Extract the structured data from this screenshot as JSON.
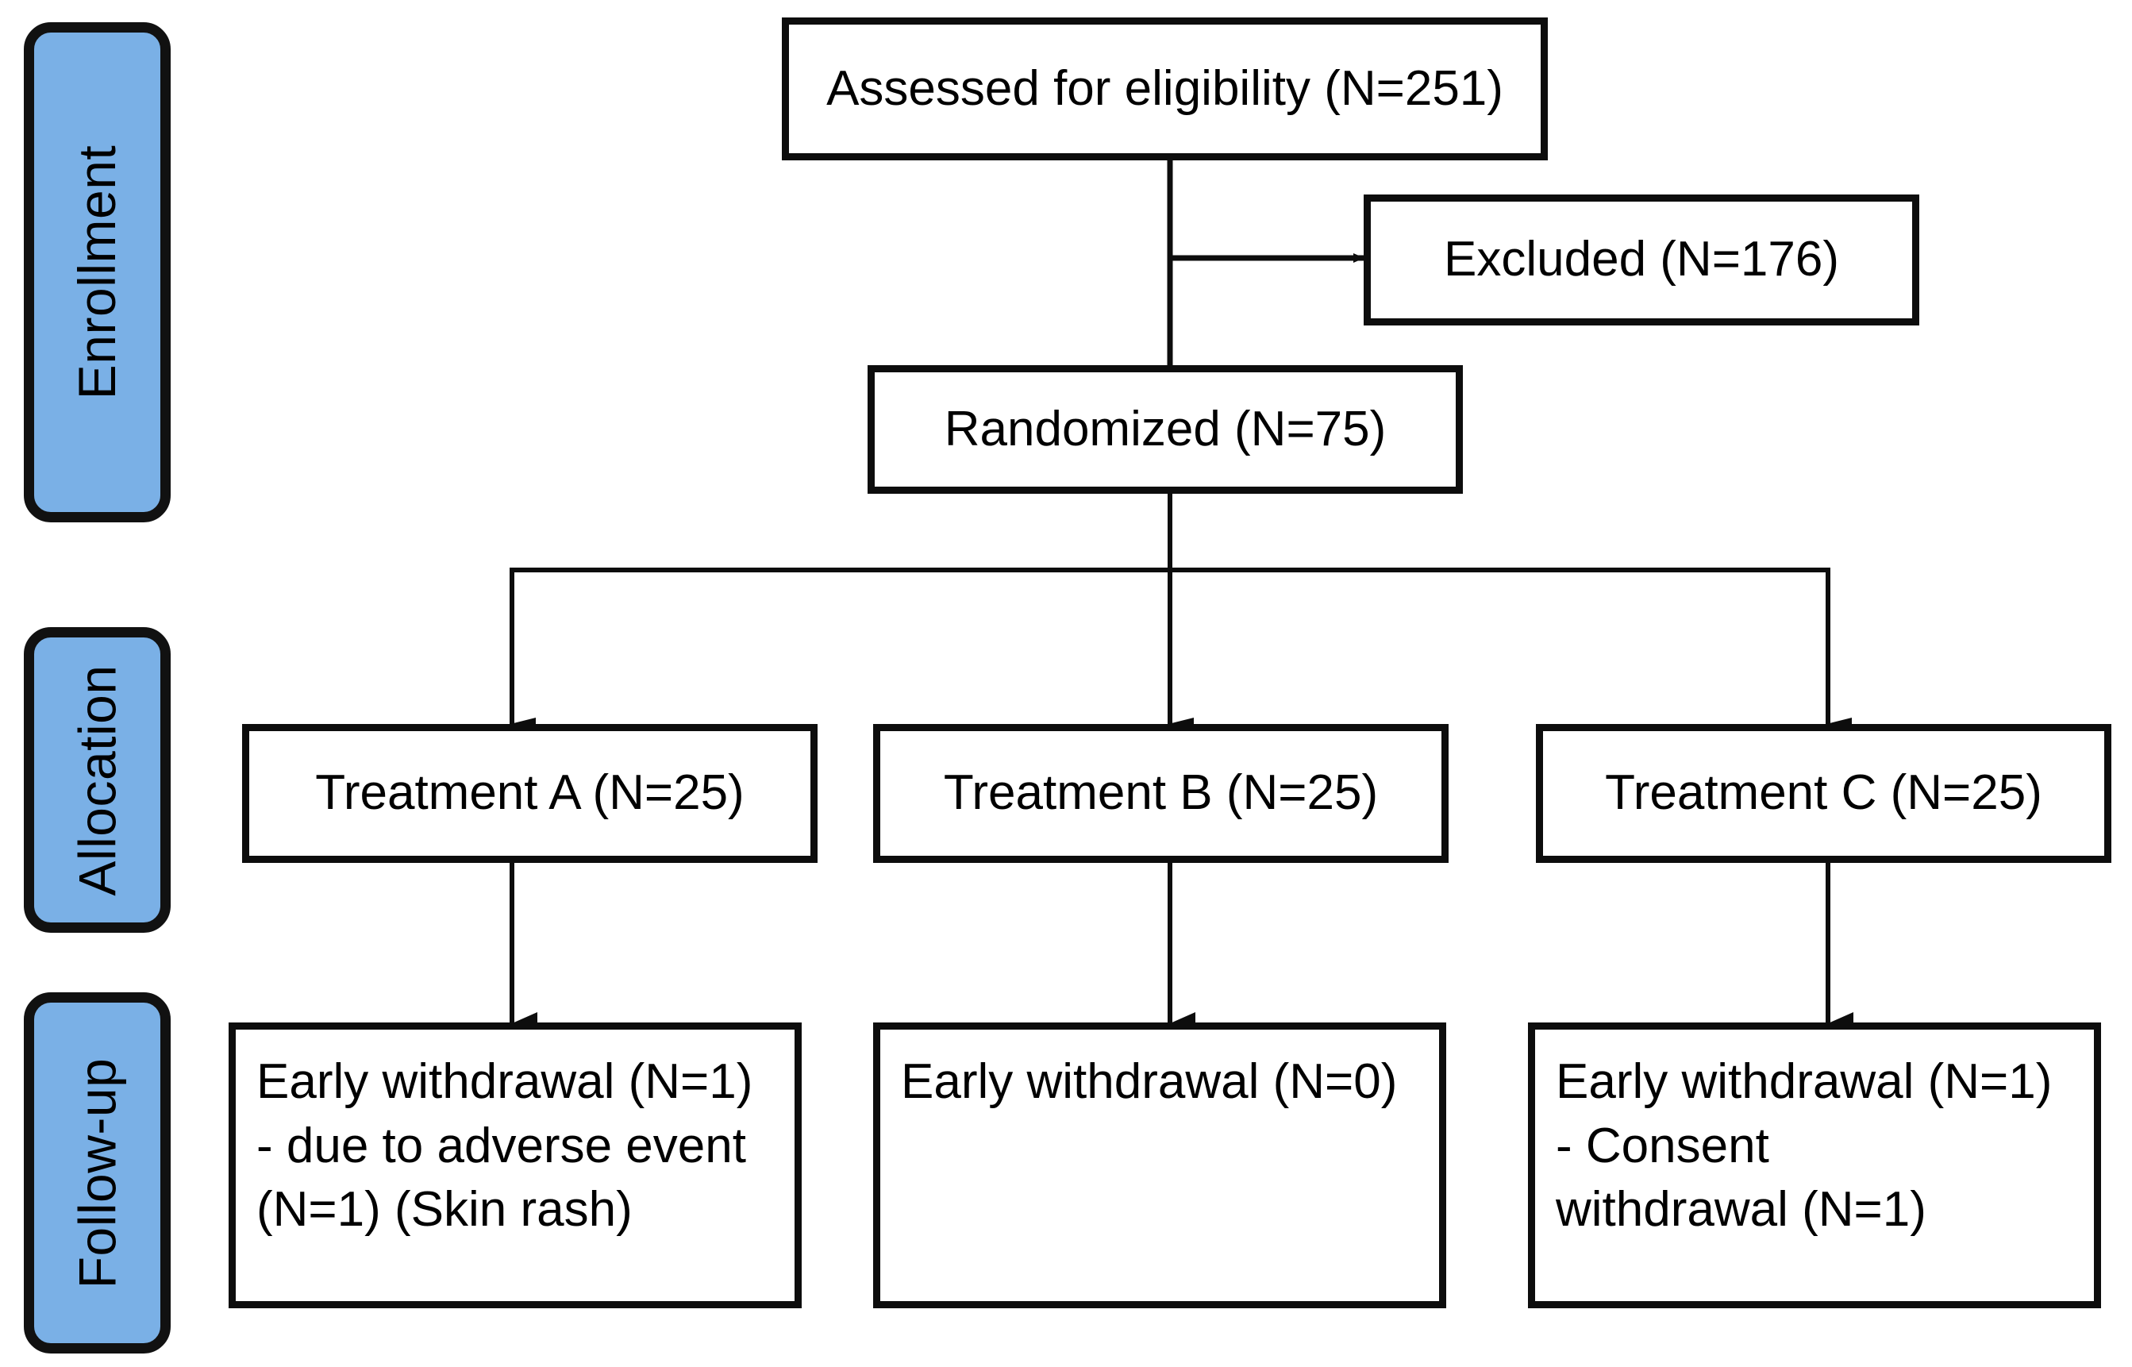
{
  "diagram": {
    "title": "CONSORT participant flow diagram",
    "accent_blue": "#7AB0E6",
    "border_color": "#0d0d0d",
    "background": "#ffffff"
  },
  "phases": [
    {
      "id": "enrollment",
      "label": "Enrollment"
    },
    {
      "id": "allocation",
      "label": "Allocation"
    },
    {
      "id": "followup",
      "label": "Follow-up"
    }
  ],
  "nodes": {
    "assessed": {
      "label": "Assessed for eligibility (N=251)",
      "n": 251
    },
    "excluded": {
      "label": "Excluded (N=176)",
      "n": 176
    },
    "randomized": {
      "label": "Randomized (N=75)",
      "n": 75
    },
    "treatment_a": {
      "label": "Treatment A (N=25)",
      "n": 25
    },
    "treatment_b": {
      "label": "Treatment B (N=25)",
      "n": 25
    },
    "treatment_c": {
      "label": "Treatment C (N=25)",
      "n": 25
    },
    "followup_a": {
      "label": "Early withdrawal  (N=1)\n- due to adverse event\n(N=1)  (Skin rash)",
      "n": 1,
      "reason": "due to adverse event (Skin rash)"
    },
    "followup_b": {
      "label": "Early withdrawal  (N=0)",
      "n": 0,
      "reason": ""
    },
    "followup_c": {
      "label": "Early withdrawal  (N=1)\n- Consent\nwithdrawal (N=1)",
      "n": 1,
      "reason": "Consent withdrawal"
    }
  },
  "edges": [
    {
      "from": "assessed",
      "to": "excluded",
      "kind": "horizontal-arrow"
    },
    {
      "from": "assessed",
      "to": "randomized",
      "kind": "vertical-line"
    },
    {
      "from": "randomized",
      "to": "treatment_a",
      "kind": "split-arrow"
    },
    {
      "from": "randomized",
      "to": "treatment_b",
      "kind": "split-arrow"
    },
    {
      "from": "randomized",
      "to": "treatment_c",
      "kind": "split-arrow"
    },
    {
      "from": "treatment_a",
      "to": "followup_a",
      "kind": "vertical-arrow"
    },
    {
      "from": "treatment_b",
      "to": "followup_b",
      "kind": "vertical-arrow"
    },
    {
      "from": "treatment_c",
      "to": "followup_c",
      "kind": "vertical-arrow"
    }
  ]
}
